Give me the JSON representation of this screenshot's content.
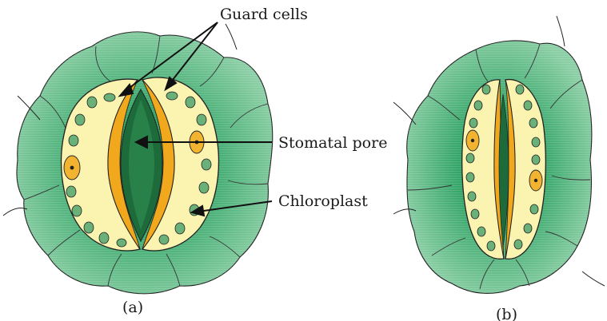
{
  "labels": {
    "guard_cells": "Guard cells",
    "stomatal_pore": "Stomatal pore",
    "chloroplast": "Chloroplast"
  },
  "captions": {
    "a": "(a)",
    "b": "(b)"
  },
  "colors": {
    "epidermal_cell": "#6fbf8e",
    "epidermal_cell_dark": "#1f9a5c",
    "guard_cell": "#fbf3b0",
    "guard_cell_wall": "#f2a81c",
    "pore": "#1d6b3a",
    "chloroplast": "#6ab079",
    "nucleus": "#f2b330",
    "outline": "#222222"
  }
}
